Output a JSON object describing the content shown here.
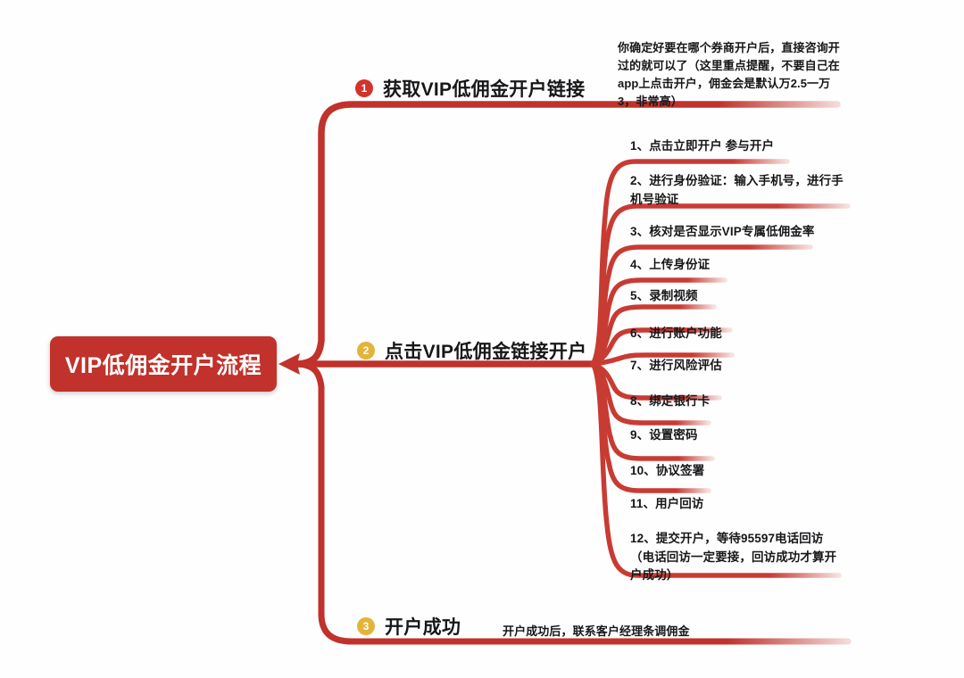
{
  "root": {
    "label": "VIP低佣金开户流程",
    "color": "#c0322b"
  },
  "branches": [
    {
      "badge": "1",
      "badge_color": "#d1342c",
      "label": "获取VIP低佣金开户链接",
      "note": "你确定好要在哪个券商开户后，直接咨询开过的就可以了（这里重点提醒，不要自己在app上点击开户，佣金会是默认万2.5一万3，非常高）"
    },
    {
      "badge": "2",
      "badge_color": "#e3b43a",
      "label": "点击VIP低佣金链接开户"
    },
    {
      "badge": "3",
      "badge_color": "#e3b43a",
      "label": "开户成功",
      "note": "开户成功后，联系客户经理条调佣金"
    }
  ],
  "sub_items": [
    {
      "text": "1、点击立即开户  参与开户"
    },
    {
      "text": "2、进行身份验证：输入手机号，进行手机号验证"
    },
    {
      "text": "3、核对是否显示VIP专属低佣金率"
    },
    {
      "text": "4、上传身份证"
    },
    {
      "text": "5、录制视频"
    },
    {
      "text": "6、进行账户功能"
    },
    {
      "text": "7、进行风险评估"
    },
    {
      "text": "8、绑定银行卡"
    },
    {
      "text": "9、设置密码"
    },
    {
      "text": "10、协议签署"
    },
    {
      "text": "11、用户回访"
    },
    {
      "text": "12、提交开户，等待95597电话回访（电话回访一定要接，回访成功才算开户成功）"
    }
  ],
  "theme": {
    "line_color": "#c0322b",
    "line_color_light": "#c83b33",
    "text_color": "#17171a",
    "background": "#fefefe"
  }
}
